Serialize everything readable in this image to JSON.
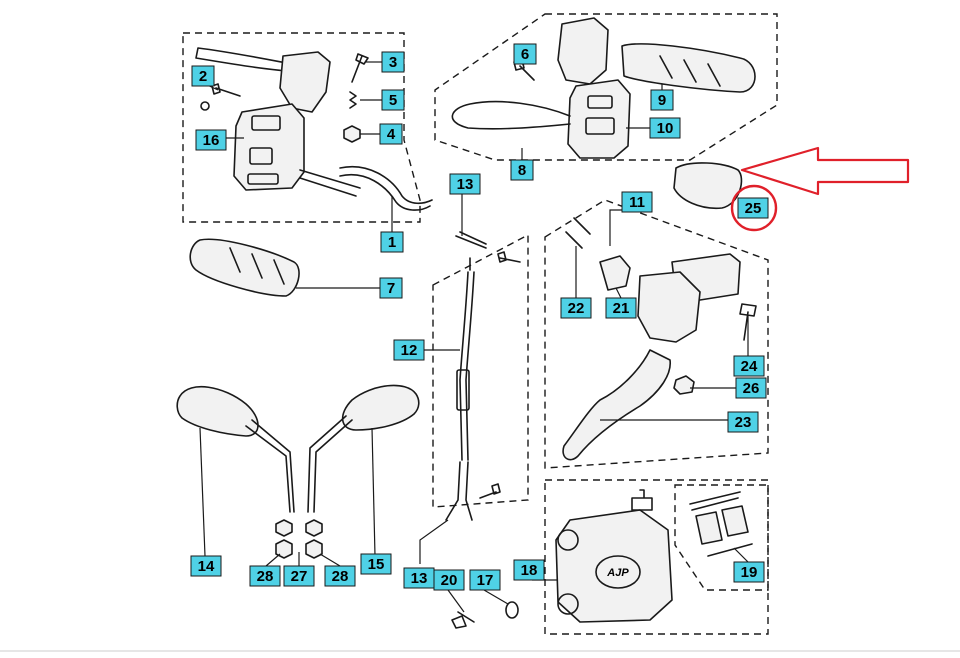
{
  "colors": {
    "label_fill": "#4fd1e6",
    "highlight_red": "#e0202a",
    "line": "#1a1a1a"
  },
  "callouts": [
    {
      "id": "c1",
      "text": "1"
    },
    {
      "id": "c2",
      "text": "2"
    },
    {
      "id": "c3",
      "text": "3"
    },
    {
      "id": "c4",
      "text": "4"
    },
    {
      "id": "c5",
      "text": "5"
    },
    {
      "id": "c6",
      "text": "6"
    },
    {
      "id": "c7",
      "text": "7"
    },
    {
      "id": "c8",
      "text": "8"
    },
    {
      "id": "c9",
      "text": "9"
    },
    {
      "id": "c10",
      "text": "10"
    },
    {
      "id": "c11",
      "text": "11"
    },
    {
      "id": "c12",
      "text": "12"
    },
    {
      "id": "c13a",
      "text": "13"
    },
    {
      "id": "c13b",
      "text": "13"
    },
    {
      "id": "c14",
      "text": "14"
    },
    {
      "id": "c15",
      "text": "15"
    },
    {
      "id": "c16",
      "text": "16"
    },
    {
      "id": "c17",
      "text": "17"
    },
    {
      "id": "c18",
      "text": "18"
    },
    {
      "id": "c19",
      "text": "19"
    },
    {
      "id": "c20",
      "text": "20"
    },
    {
      "id": "c21",
      "text": "21"
    },
    {
      "id": "c22",
      "text": "22"
    },
    {
      "id": "c23",
      "text": "23"
    },
    {
      "id": "c24",
      "text": "24"
    },
    {
      "id": "c25",
      "text": "25"
    },
    {
      "id": "c26",
      "text": "26"
    },
    {
      "id": "c27",
      "text": "27"
    },
    {
      "id": "c28a",
      "text": "28"
    },
    {
      "id": "c28b",
      "text": "28"
    }
  ],
  "annotations": {
    "caliper_logo": "AJP"
  }
}
